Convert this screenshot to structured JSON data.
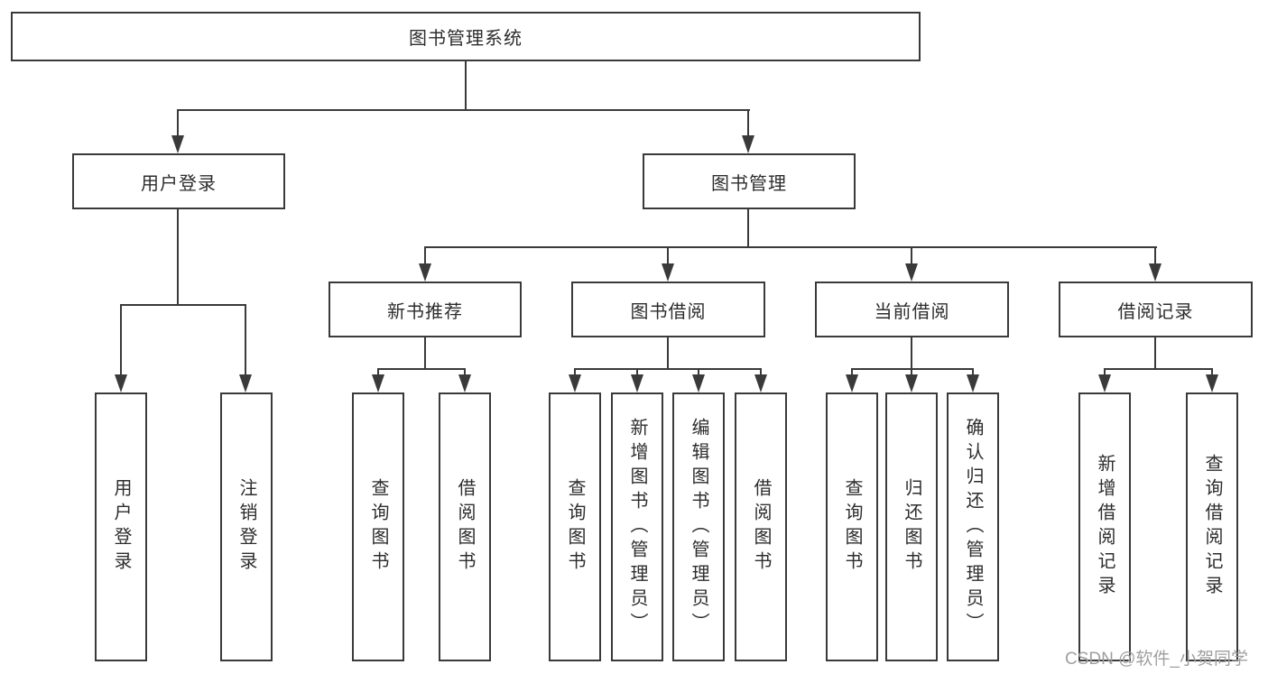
{
  "diagram": {
    "type": "hierarchy-tree",
    "root": {
      "label": "图书管理系统"
    },
    "level2": {
      "user_login": {
        "label": "用户登录"
      },
      "book_mgmt": {
        "label": "图书管理"
      }
    },
    "level3": {
      "new_book_rec": {
        "label": "新书推荐"
      },
      "book_borrow": {
        "label": "图书借阅"
      },
      "current_borrow": {
        "label": "当前借阅"
      },
      "borrow_record": {
        "label": "借阅记录"
      }
    },
    "leaves": {
      "login_1": {
        "label": "用户登录",
        "parent": "用户登录"
      },
      "login_2": {
        "label": "注销登录",
        "parent": "用户登录"
      },
      "rec_1": {
        "label": "查询图书",
        "parent": "新书推荐"
      },
      "rec_2": {
        "label": "借阅图书",
        "parent": "新书推荐"
      },
      "bb_1": {
        "label": "查询图书",
        "parent": "图书借阅"
      },
      "bb_2": {
        "label": "新增图书（管理员）",
        "parent": "图书借阅"
      },
      "bb_3": {
        "label": "编辑图书（管理员）",
        "parent": "图书借阅"
      },
      "bb_4": {
        "label": "借阅图书",
        "parent": "图书借阅"
      },
      "cb_1": {
        "label": "查询图书",
        "parent": "当前借阅"
      },
      "cb_2": {
        "label": "归还图书",
        "parent": "当前借阅"
      },
      "cb_3": {
        "label": "确认归还（管理员）",
        "parent": "当前借阅"
      },
      "br_1": {
        "label": "新增借阅记录",
        "parent": "借阅记录"
      },
      "br_2": {
        "label": "查询借阅记录",
        "parent": "借阅记录"
      }
    },
    "watermark": "CSDN @软件_小贺同学",
    "colors": {
      "line": "#3a3a3a",
      "text": "#2d2d2d",
      "watermark": "#a0a0a0",
      "background": "#ffffff"
    }
  }
}
